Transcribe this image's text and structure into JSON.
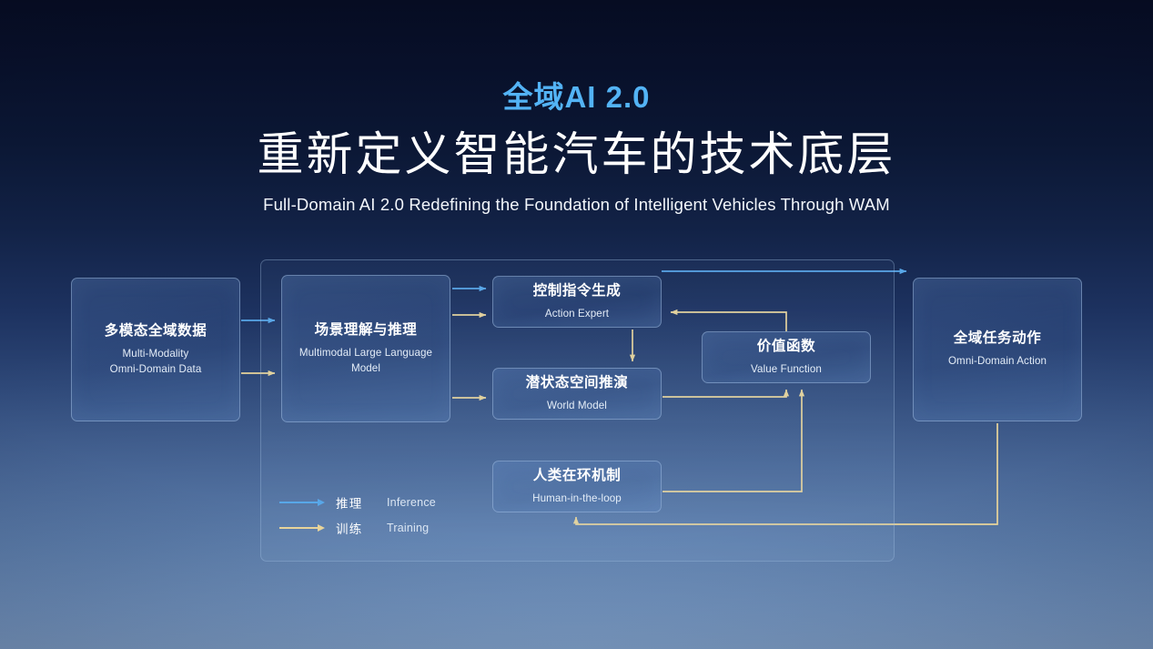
{
  "header": {
    "eyebrow": "全域AI 2.0",
    "title": "重新定义智能汽车的技术底层",
    "subtitle": "Full-Domain AI 2.0 Redefining the Foundation of Intelligent Vehicles Through WAM"
  },
  "nodes": {
    "data": {
      "cn": "多模态全域数据",
      "en": "Multi-Modality\nOmni-Domain Data",
      "en_line1": "Multi-Modality",
      "en_line2": "Omni-Domain Data"
    },
    "mllm": {
      "cn": "场景理解与推理",
      "en_line1": "Multimodal Large Language",
      "en_line2": "Model"
    },
    "action_expert": {
      "cn": "控制指令生成",
      "en": "Action Expert"
    },
    "world_model": {
      "cn": "潜状态空间推演",
      "en": "World Model"
    },
    "value_function": {
      "cn": "价值函数",
      "en": "Value Function"
    },
    "human_in_the_loop": {
      "cn": "人类在环机制",
      "en": "Human-in-the-loop"
    },
    "omni_action": {
      "cn": "全域任务动作",
      "en": "Omni-Domain Action"
    }
  },
  "legend": [
    {
      "cn": "推理",
      "en": "Inference",
      "color": "#58a7e8",
      "kind": "inference-arrow"
    },
    {
      "cn": "训练",
      "en": "Training",
      "color": "#e8d49a",
      "kind": "training-arrow"
    }
  ],
  "colors": {
    "accent_blue": "#53b3f5",
    "inference_line": "#58a7e8",
    "training_line": "#e8d49a",
    "box_border": "#a3c0e4",
    "text_primary": "#ffffff",
    "background_top": "#060c22",
    "background_bottom": "#7a97bd"
  }
}
